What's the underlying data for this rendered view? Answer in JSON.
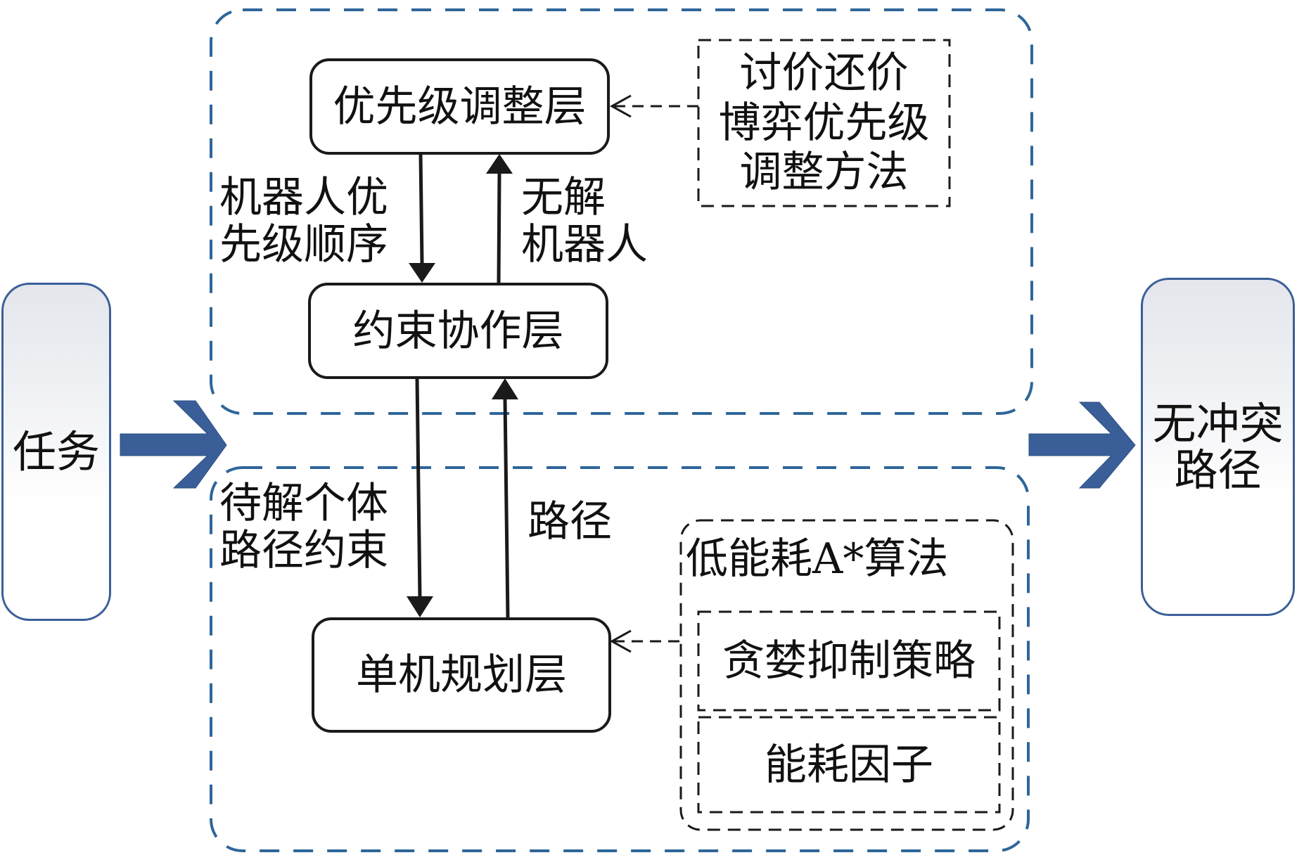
{
  "diagram": {
    "input": {
      "label": "任务"
    },
    "output": {
      "label": "无冲突路径",
      "lines": [
        "无冲突",
        "路径"
      ]
    },
    "upper_group": {
      "layers": {
        "priority": {
          "label": "优先级调整层"
        },
        "constraint": {
          "label": "约束协作层"
        }
      },
      "method": {
        "lines": [
          "讨价还价",
          "博弈优先级",
          "调整方法"
        ]
      },
      "edges": {
        "priority_to_constraint": {
          "lines": [
            "机器人优",
            "先级顺序"
          ]
        },
        "constraint_to_priority": {
          "lines": [
            "无解",
            "机器人"
          ]
        }
      }
    },
    "lower_group": {
      "layers": {
        "single": {
          "label": "单机规划层"
        }
      },
      "algorithm": {
        "title": "低能耗A*算法",
        "components": [
          {
            "label": "贪婪抑制策略"
          },
          {
            "label": "能耗因子"
          }
        ]
      },
      "edges": {
        "constraint_to_single": {
          "lines": [
            "待解个体",
            "路径约束"
          ]
        },
        "single_to_constraint": {
          "lines": [
            "路径"
          ]
        }
      }
    },
    "colors": {
      "group_border": "#2e6699",
      "big_arrow": "#3a5f98",
      "io_border": "#3a5f98",
      "line": "#1a1a1a"
    }
  }
}
